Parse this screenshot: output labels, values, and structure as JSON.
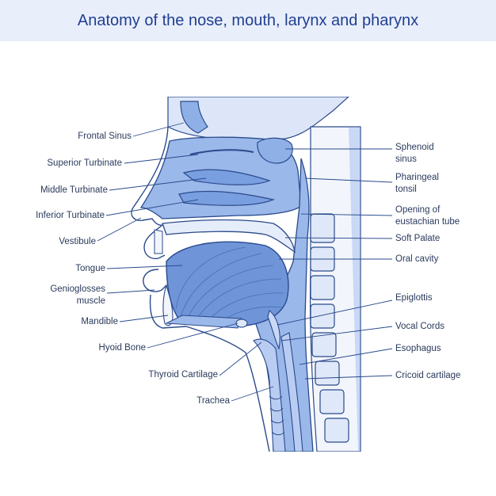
{
  "title": "Anatomy of the nose, mouth, larynx and pharynx",
  "colors": {
    "title_bg": "#e9eefb",
    "title_text": "#1f3f8f",
    "outline": "#2a4a8c",
    "fill_light": "#b9cdf2",
    "fill_mid": "#8fb0e6",
    "fill_dark": "#6f95d8",
    "bone": "#f2f5fb"
  },
  "labels_left": [
    {
      "id": "frontal-sinus",
      "text": "Frontal Sinus"
    },
    {
      "id": "superior-turbinate",
      "text": "Superior Turbinate"
    },
    {
      "id": "middle-turbinate",
      "text": "Middle Turbinate"
    },
    {
      "id": "inferior-turbinate",
      "text": "Inferior Turbinate"
    },
    {
      "id": "vestibule",
      "text": "Vestibule"
    },
    {
      "id": "tongue",
      "text": "Tongue"
    },
    {
      "id": "genioglosses-1",
      "text": "Genioglosses"
    },
    {
      "id": "genioglosses-2",
      "text": "muscle"
    },
    {
      "id": "mandible",
      "text": "Mandible"
    },
    {
      "id": "hyoid-bone",
      "text": "Hyoid Bone"
    },
    {
      "id": "thyroid-cartilage",
      "text": "Thyroid Cartilage"
    },
    {
      "id": "trachea",
      "text": "Trachea"
    }
  ],
  "labels_right": [
    {
      "id": "sphenoid-1",
      "text": "Sphenoid"
    },
    {
      "id": "sphenoid-2",
      "text": "sinus"
    },
    {
      "id": "pharingeal-1",
      "text": "Pharingeal"
    },
    {
      "id": "pharingeal-2",
      "text": "tonsil"
    },
    {
      "id": "opening-1",
      "text": "Opening of"
    },
    {
      "id": "opening-2",
      "text": "eustachian tube"
    },
    {
      "id": "soft-palate",
      "text": "Soft Palate"
    },
    {
      "id": "oral-cavity",
      "text": "Oral cavity"
    },
    {
      "id": "epiglottis",
      "text": "Epiglottis"
    },
    {
      "id": "vocal-cords",
      "text": "Vocal Cords"
    },
    {
      "id": "esophagus",
      "text": "Esophagus"
    },
    {
      "id": "cricoid",
      "text": "Cricoid cartilage"
    }
  ]
}
